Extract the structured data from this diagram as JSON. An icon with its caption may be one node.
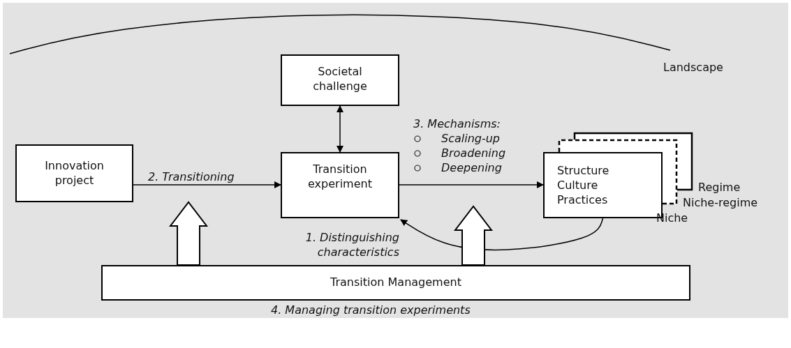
{
  "diagram": {
    "nodes": [
      {
        "text": [
          "Societal challenge"
        ]
      },
      {
        "text": [
          "Innovation project"
        ]
      },
      {
        "text": [
          "Transition experiment"
        ]
      },
      {
        "text": [],
        "shape": "box",
        "beside": [
          "Regime"
        ]
      },
      {
        "text": [],
        "shape": "box",
        "beside": [
          "Niche-regime"
        ]
      },
      {
        "text": [
          "Structure Culture Practices"
        ],
        "beside": [
          "Niche"
        ]
      },
      {
        "text": [
          "Transition Management"
        ],
        "beside": [
          "4. Managing transition experiments"
        ]
      }
    ],
    "edges": [
      {
        "from": 0,
        "to": 2,
        "arrow": "both"
      },
      {
        "from": 1,
        "to": 2,
        "arrow": "to",
        "label": "2. Transitioning"
      },
      {
        "from": 2,
        "to": 5,
        "arrow": "to",
        "label": "3. Mechanisms: Scaling-up Broadening Deepening"
      },
      {
        "from": 5,
        "to": 2,
        "arrow": "to",
        "label": "1. Distinguishing characteristics"
      },
      {
        "from": 6,
        "to": null,
        "arrow": "to",
        "style": "thick"
      },
      {
        "from": 6,
        "to": null,
        "arrow": "to",
        "style": "thick"
      }
    ],
    "labels": [
      "Landscape"
    ]
  }
}
